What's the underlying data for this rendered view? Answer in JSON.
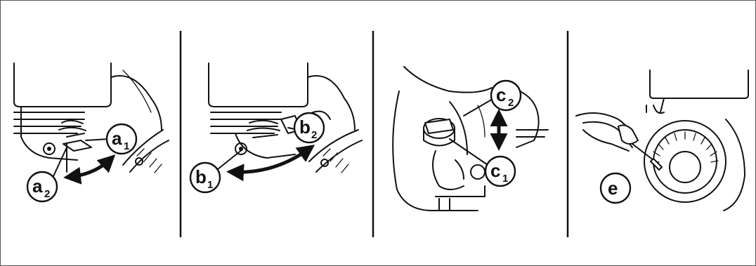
{
  "panels": [
    {
      "id": "a",
      "labels": [
        {
          "main": "a",
          "sub": "1"
        },
        {
          "main": "a",
          "sub": "2"
        }
      ]
    },
    {
      "id": "b",
      "labels": [
        {
          "main": "b",
          "sub": "2"
        },
        {
          "main": "b",
          "sub": "1"
        }
      ]
    },
    {
      "id": "c",
      "labels": [
        {
          "main": "c",
          "sub": "2"
        },
        {
          "main": "c",
          "sub": "1"
        }
      ]
    },
    {
      "id": "e",
      "labels": [
        {
          "main": "e",
          "sub": ""
        }
      ]
    }
  ],
  "colors": {
    "line": "#111111",
    "background": "#ffffff",
    "border": "#555555"
  }
}
